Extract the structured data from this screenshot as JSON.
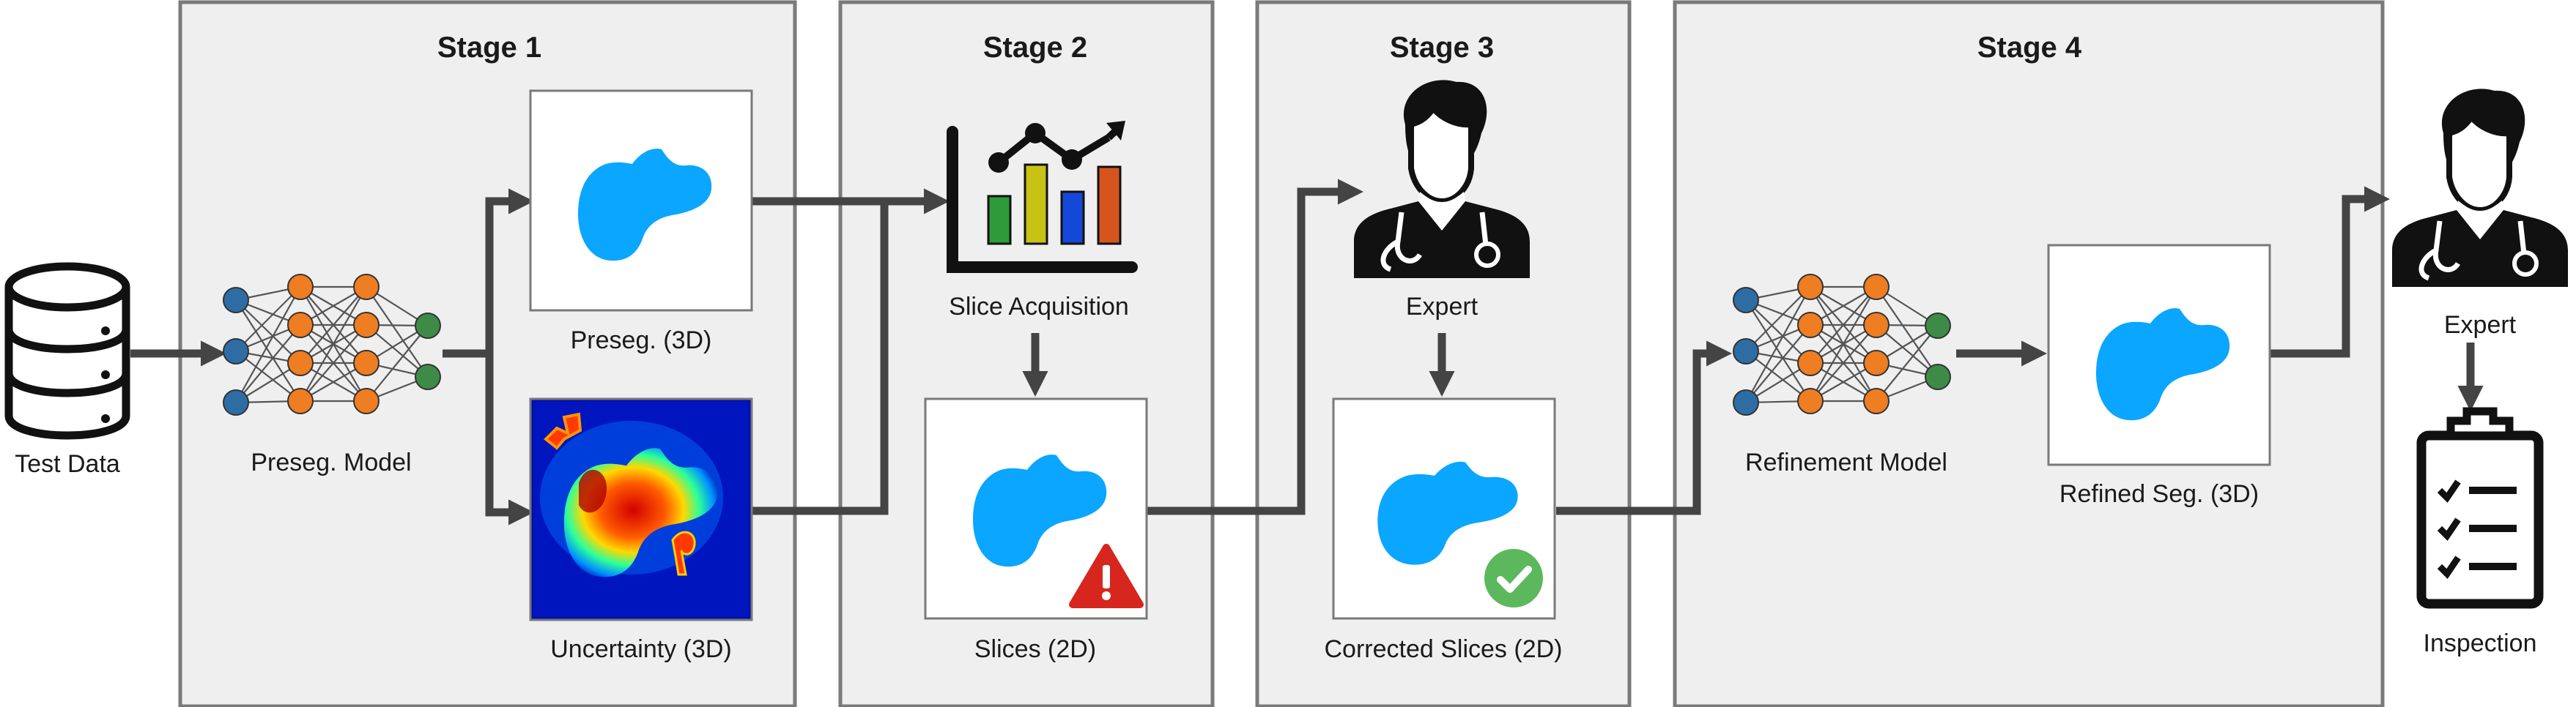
{
  "stages": [
    {
      "title": "Stage 1"
    },
    {
      "title": "Stage 2"
    },
    {
      "title": "Stage 3"
    },
    {
      "title": "Stage 4"
    }
  ],
  "labels": {
    "test_data": "Test Data",
    "preseg_model": "Preseg. Model",
    "preseg_3d": "Preseg. (3D)",
    "uncertainty_3d": "Uncertainty (3D)",
    "slice_acquisition": "Slice Acquisition",
    "slices_2d": "Slices (2D)",
    "expert_stage3": "Expert",
    "corrected_slices": "Corrected Slices (2D)",
    "refinement_model": "Refinement Model",
    "refined_seg": "Refined Seg. (3D)",
    "expert_final": "Expert",
    "inspection": "Inspection"
  },
  "colors": {
    "segmentation_blue": "#0aa6ff",
    "node_blue": "#2e6da4",
    "node_orange": "#ef7d22",
    "node_green": "#3d8b47",
    "bar_green": "#2e9b3a",
    "bar_yellow": "#c8c214",
    "bar_blue": "#1448d8",
    "bar_orange": "#d8541e",
    "warning_red": "#d7261e",
    "check_green": "#5cb85c"
  },
  "icons": [
    "database-icon",
    "neural-network-icon",
    "chart-icon",
    "doctor-icon",
    "warning-icon",
    "check-icon",
    "clipboard-icon"
  ]
}
